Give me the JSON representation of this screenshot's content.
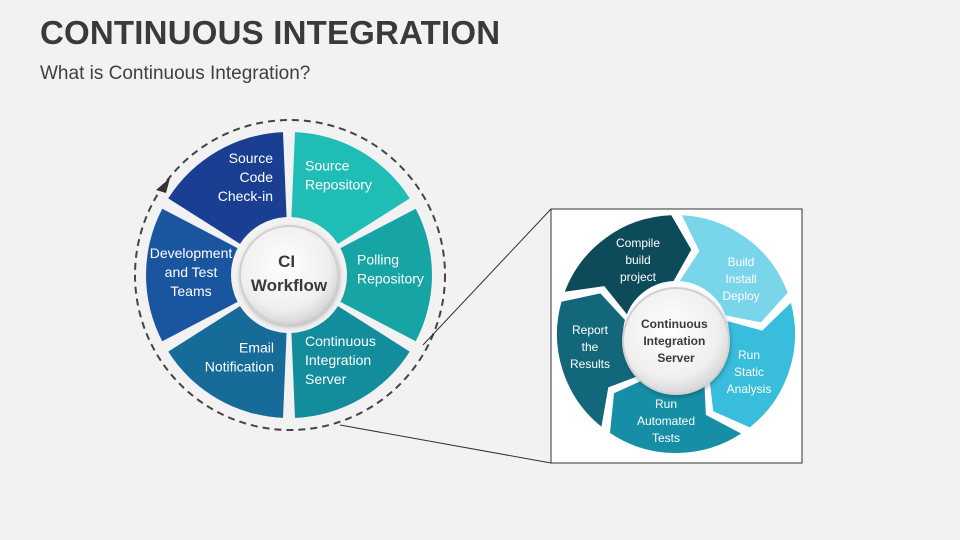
{
  "header": {
    "title": "CONTINUOUS INTEGRATION",
    "subtitle": "What is Continuous Integration?"
  },
  "workflow": {
    "hub": [
      "CI",
      "Workflow"
    ],
    "segments": [
      {
        "lines": [
          "Source",
          "Repository"
        ],
        "color": "#1fbdb6"
      },
      {
        "lines": [
          "Polling",
          "Repository"
        ],
        "color": "#17a4a5"
      },
      {
        "lines": [
          "Continuous",
          "Integration",
          "Server"
        ],
        "color": "#138d9c"
      },
      {
        "lines": [
          "Email",
          "Notification"
        ],
        "color": "#166b98"
      },
      {
        "lines": [
          "Development",
          "and Test",
          "Teams"
        ],
        "color": "#1a55a0"
      },
      {
        "lines": [
          "Source",
          "Code",
          "Check-in"
        ],
        "color": "#1a3f92"
      }
    ]
  },
  "server_cycle": {
    "hub": [
      "Continuous",
      "Integration",
      "Server"
    ],
    "steps": [
      {
        "lines": [
          "Build",
          "Install",
          "Deploy"
        ],
        "color": "#79d6ea"
      },
      {
        "lines": [
          "Run",
          "Static",
          "Analysis"
        ],
        "color": "#38bddc"
      },
      {
        "lines": [
          "Run",
          "Automated",
          "Tests"
        ],
        "color": "#158ea6"
      },
      {
        "lines": [
          "Report",
          "the",
          "Results"
        ],
        "color": "#12677a"
      },
      {
        "lines": [
          "Compile",
          "build",
          "project"
        ],
        "color": "#0d4b5b"
      }
    ]
  }
}
